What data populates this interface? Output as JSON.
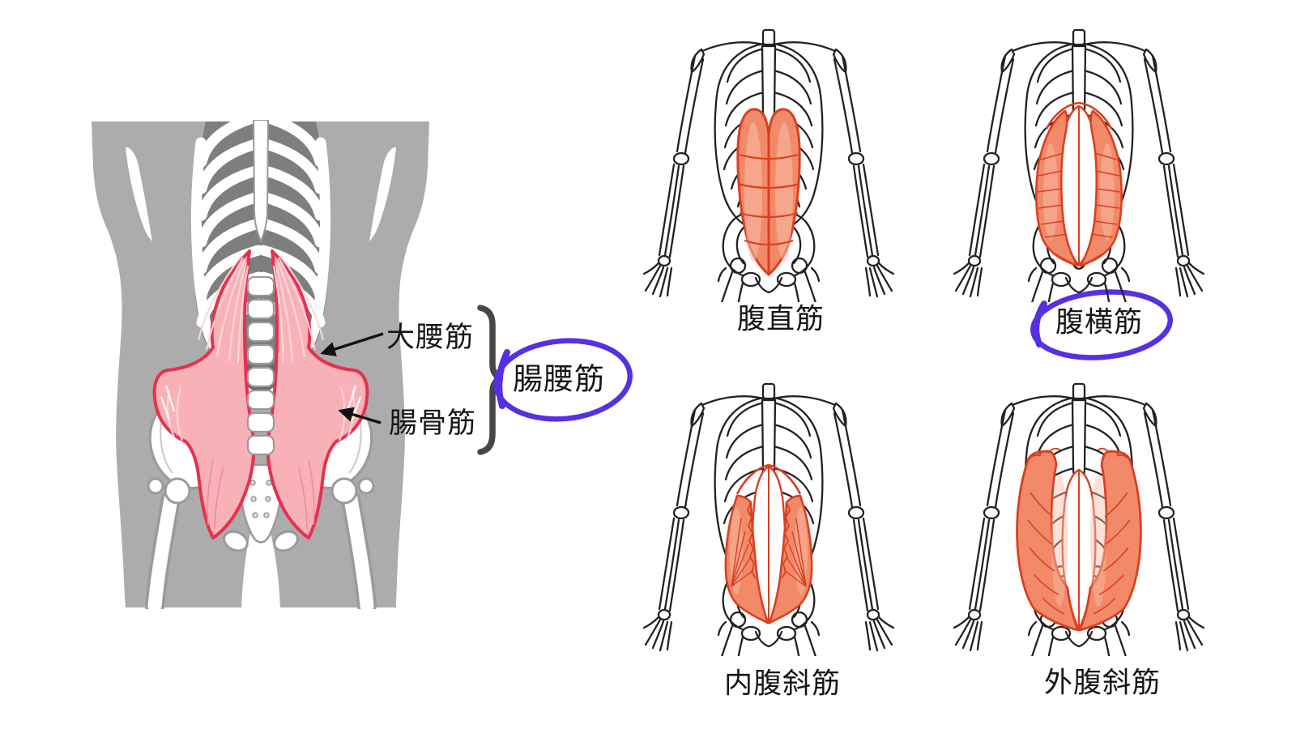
{
  "page": {
    "background": "#ffffff",
    "description": "Anatomical diagram of the iliopsoas muscle group and the four abdominal muscles (Japanese labels)"
  },
  "colors": {
    "silhouette_gray": "#acacac",
    "thorax_dark": "#7e7e7e",
    "thorax_deeper": "#6a6a6a",
    "bone_outline": "#9a9a9a",
    "pink_muscle_fill": "#f7b1b7",
    "pink_muscle_outline": "#e6314e",
    "pink_streak": "#fbd7da",
    "pink_fiber": "#ef8aa0",
    "skeleton_line": "#222222",
    "salmon_muscle_fill": "#f28a6a",
    "salmon_muscle_sheen": "#f9bda9",
    "salmon_muscle_outline": "#d94020",
    "annotation_purple": "#5630e2",
    "bracket_gray": "#47474a",
    "label_text": "#161616",
    "arrow_black": "#111111"
  },
  "left_figure": {
    "id": "iliopsoas-figure",
    "callouts": [
      {
        "id": "psoas-major",
        "label": "大腰筋"
      },
      {
        "id": "iliacus",
        "label": "腸骨筋"
      }
    ],
    "group": {
      "id": "iliopsoas",
      "label": "腸腰筋",
      "circled": true
    }
  },
  "figures": [
    {
      "id": "rectus-abdominis",
      "label": "腹直筋",
      "circled": false
    },
    {
      "id": "transversus-abdominis",
      "label": "腹横筋",
      "circled": true
    },
    {
      "id": "internal-oblique",
      "label": "内腹斜筋",
      "circled": false
    },
    {
      "id": "external-oblique",
      "label": "外腹斜筋",
      "circled": false
    }
  ]
}
